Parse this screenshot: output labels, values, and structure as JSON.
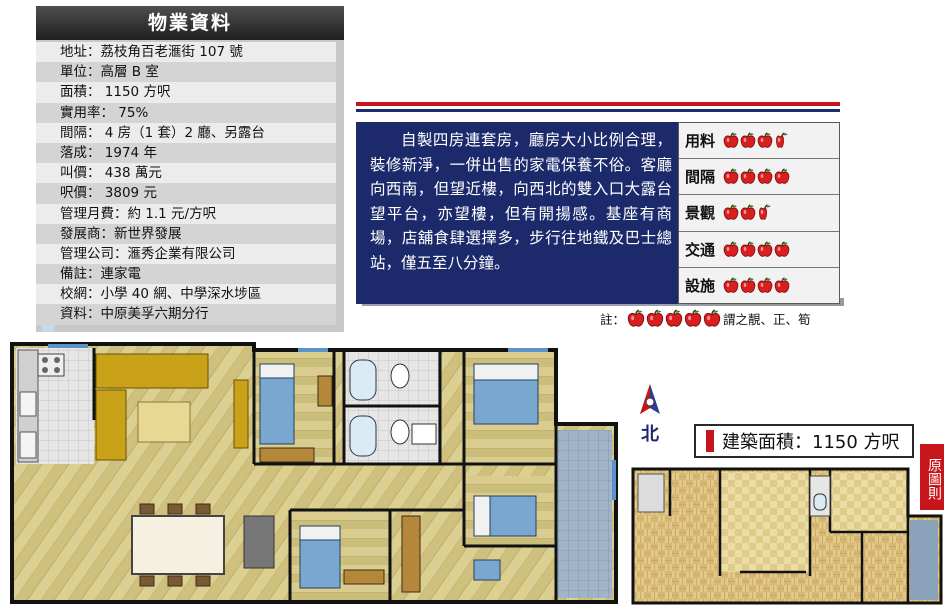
{
  "info_panel": {
    "title": "物業資料",
    "rows": [
      "地址：荔枝角百老滙街 107 號",
      "單位：高層 B 室",
      "面積： 1150 方呎",
      "實用率： 75%",
      "間隔： 4 房（1 套）2 廳、另露台",
      "落成： 1974 年",
      "叫價： 438 萬元",
      "呎價： 3809 元",
      "管理月費：約 1.1 元/方呎",
      "發展商：新世界發展",
      "管理公司：滙秀企業有限公司",
      "備註：連家電",
      "校網：小學 40 網、中學深水埗區",
      "資料：中原美孚六期分行"
    ]
  },
  "description": "自製四房連套房，廳房大小比例合理，裝修新淨，一併出售的家電保養不俗。客廳向西南，但望近樓，向西北的雙入口大露台望平台，亦望樓，但有開揚感。基座有商場，店舖食肆選擇多，步行往地鐵及巴士總站，僅五至八分鐘。",
  "ratings": [
    {
      "label": "用料",
      "score": 3.5
    },
    {
      "label": "間隔",
      "score": 4
    },
    {
      "label": "景觀",
      "score": 2.5
    },
    {
      "label": "交通",
      "score": 4
    },
    {
      "label": "設施",
      "score": 4
    }
  ],
  "legend": {
    "prefix": "註：",
    "apple_count": 5,
    "suffix": "謂之靚、正、筍"
  },
  "north_label": "北",
  "building_area": "建築面積：1150 方呎",
  "scale_note": "原圖則",
  "colors": {
    "accent_red": "#c6161c",
    "navy": "#1c2a6b",
    "apple_red": "#d81e1e",
    "apple_leaf": "#2e8b2e",
    "floor_wood": "#d8c98a",
    "plan_outline": "#111111"
  }
}
